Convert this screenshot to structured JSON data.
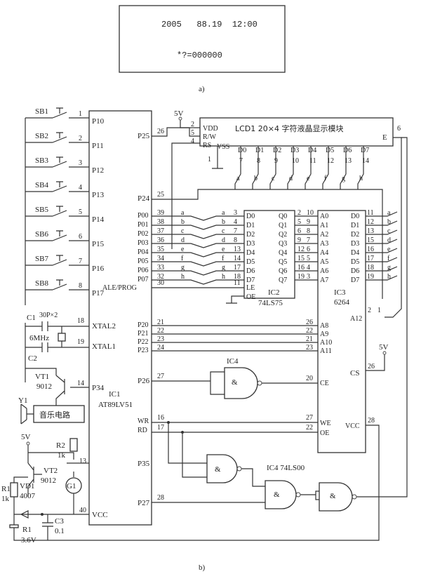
{
  "lcd_display": {
    "line1": "2005   88.19  12:00",
    "line2": "*?=000000"
  },
  "captions": {
    "a": "a)",
    "b": "b)"
  },
  "switches": [
    "SB1",
    "SB2",
    "SB3",
    "SB4",
    "SB5",
    "SB6",
    "SB7",
    "SB8"
  ],
  "switch_pins": [
    "1",
    "2",
    "3",
    "4",
    "5",
    "6",
    "7",
    "8"
  ],
  "p1_labels": [
    "P10",
    "P11",
    "P12",
    "P13",
    "P14",
    "P15",
    "P16",
    "P17"
  ],
  "p0_labels": [
    "P00",
    "P01",
    "P02",
    "P03",
    "P04",
    "P05",
    "P06",
    "P07"
  ],
  "p0_pins": [
    "39",
    "38",
    "37",
    "36",
    "35",
    "34",
    "33",
    "32"
  ],
  "bus_letters": [
    "a",
    "b",
    "c",
    "d",
    "e",
    "f",
    "g",
    "h"
  ],
  "lcd": {
    "vdd": "VDD",
    "rw": "R/W",
    "rs": "RS",
    "vss": "VSS",
    "title": "LCD1  20×4 字符液晶显示模块",
    "e": "E",
    "pin_e": "6",
    "pins_left": [
      "5",
      "4"
    ],
    "pin_vdd": "2",
    "pin_vss": "1",
    "data_labels": [
      "D0",
      "D1",
      "D2",
      "D3",
      "D4",
      "D5",
      "D6",
      "D7"
    ],
    "data_pins": [
      "7",
      "8",
      "9",
      "10",
      "11",
      "12",
      "13",
      "14"
    ]
  },
  "ic2": {
    "name": "IC2",
    "part": "74LS75",
    "le": "LE",
    "oe": "OE",
    "pin_le": "11",
    "d_pins": [
      "3",
      "4",
      "7",
      "8",
      "13",
      "14",
      "17",
      "18"
    ],
    "q_pins": [
      "2",
      "5",
      "6",
      "9",
      "12",
      "15",
      "16",
      "19"
    ],
    "d_labels": [
      "D0",
      "D1",
      "D2",
      "D3",
      "D4",
      "D5",
      "D6",
      "D7"
    ],
    "q_labels": [
      "Q0",
      "Q1",
      "Q2",
      "Q3",
      "Q4",
      "Q5",
      "Q6",
      "Q7"
    ]
  },
  "ic3": {
    "name": "IC3",
    "part": "6264",
    "a_labels": [
      "A0",
      "A1",
      "A2",
      "A3",
      "A4",
      "A5",
      "A6",
      "A7"
    ],
    "a_pins": [
      "10",
      "9",
      "8",
      "7",
      "6",
      "5",
      "4",
      "3"
    ],
    "d_labels": [
      "D0",
      "D1",
      "D2",
      "D3",
      "D4",
      "D5",
      "D6",
      "D7"
    ],
    "d_pins": [
      "11",
      "12",
      "13",
      "15",
      "16",
      "17",
      "18",
      "19"
    ],
    "a12": "A12",
    "a12_pins": [
      "2",
      "1"
    ],
    "ah_labels": [
      "A8",
      "A9",
      "A10",
      "A11"
    ],
    "ah_pins": [
      "26",
      "22",
      "21",
      "23"
    ],
    "cs": "CS",
    "cs_pin": "26",
    "ce": "CE",
    "ce_pin": "20",
    "we": "WE",
    "we_pin": "27",
    "oe": "OE",
    "oe_pin": "22",
    "vcc": "VCC",
    "vcc_pin": "28"
  },
  "ic1": {
    "name": "IC1",
    "part": "AT89LV51",
    "p25": "P25",
    "p25_pin": "26",
    "p24": "P24",
    "p24_pin": "25",
    "ale": "ALE/PROG",
    "ale_pin": "30",
    "p2_labels": [
      "P20",
      "P21",
      "P22",
      "P23"
    ],
    "p2_pins": [
      "21",
      "22",
      "23",
      "24"
    ],
    "xtal2": "XTAL2",
    "xtal2_pin": "18",
    "xtal1": "XTAL1",
    "xtal1_pin": "19",
    "p34": "P34",
    "p34_pin": "14",
    "p26": "P26",
    "p26_pin": "27",
    "wr": "WR",
    "wr_pin": "16",
    "rd": "RD",
    "rd_pin": "17",
    "p35": "P35",
    "p35_pin": "13",
    "p27": "P27",
    "p27_pin": "28",
    "vcc": "VCC",
    "vcc_pin": "40"
  },
  "ic4": {
    "name": "IC4",
    "name2": "IC4 74LS00",
    "amp": "&"
  },
  "misc": {
    "v5": "5V",
    "c1": "C1",
    "c1v": "30P×2",
    "c2": "C2",
    "xtal": "6MHz",
    "vt1": "VT1",
    "vt1v": "9012",
    "y1": "Y1",
    "music": "音乐电路",
    "r2": "R2",
    "r2v": "1k",
    "vt2": "VT2",
    "vt2v": "9012",
    "g1": "G1",
    "r1": "R1",
    "r1v": "1k",
    "vd1": "VD1",
    "vd1v": "4007",
    "b1": "R1",
    "b1v": "3.6V",
    "c3": "C3",
    "c3v": "0.1"
  }
}
